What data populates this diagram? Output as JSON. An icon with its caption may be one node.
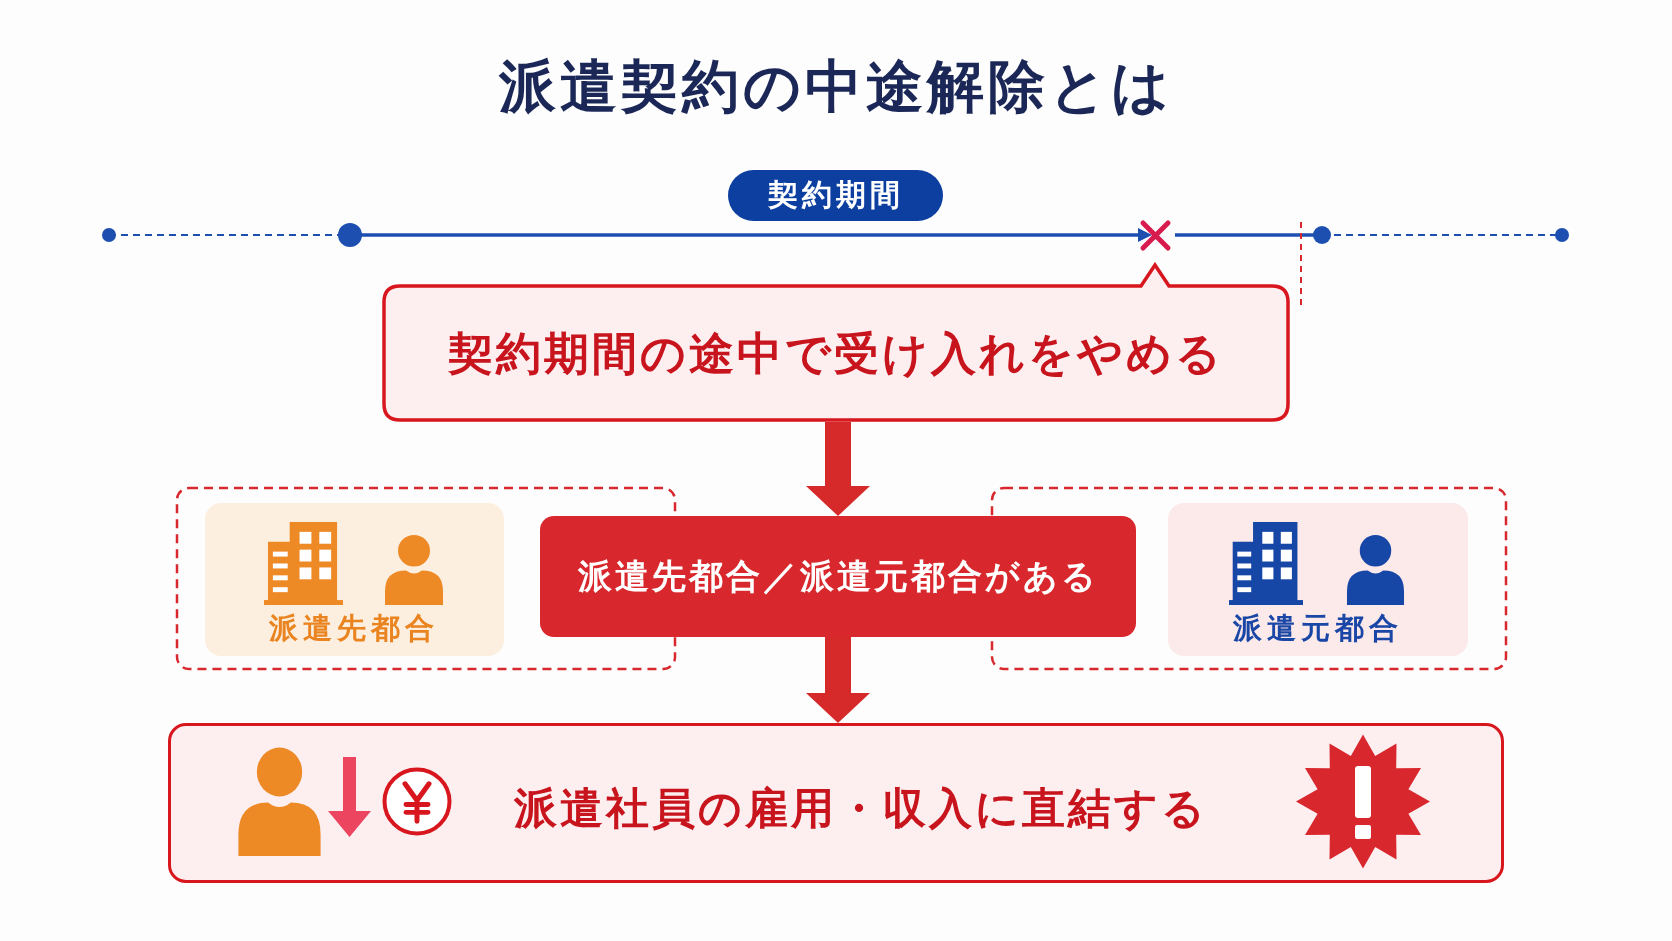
{
  "diagram": {
    "title": "派遣契約の中途解除とは",
    "nodes": [
      {
        "text": [
          "契約期間の途中で受け入れをやめる"
        ]
      },
      {
        "text": [
          "派遣先都合"
        ]
      },
      {
        "text": [
          "派遣先都合／派遣元都合がある"
        ]
      },
      {
        "text": [
          "派遣元都合"
        ]
      },
      {
        "text": [
          "派遣社員の雇用・収入に直結する"
        ]
      }
    ],
    "edges": [
      {
        "from": 0,
        "to": 2,
        "arrow": "to"
      },
      {
        "from": 2,
        "to": 4,
        "arrow": "to"
      }
    ],
    "labels": [
      "契約期間"
    ]
  }
}
